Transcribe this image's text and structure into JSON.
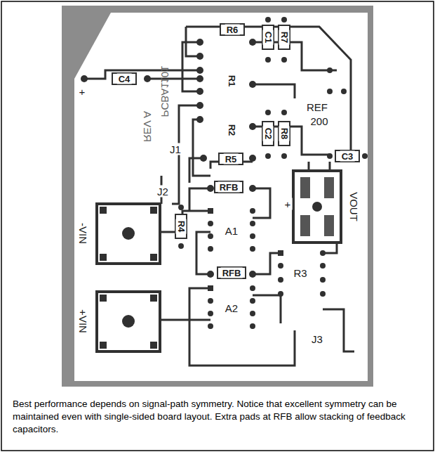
{
  "diagram": {
    "caption": "Best performance depends on signal-path symmetry. Notice that excellent symmetry can be maintained even with single-sided board layout. Extra pads at RFB allow stacking of feedback capacitors.",
    "labels": [
      "C4",
      "+",
      "R6",
      "C1",
      "R7",
      "R1",
      "R2",
      "PCBA1101",
      "REV A",
      "REF",
      "200",
      "C2",
      "R8",
      "J1",
      "R5",
      "C3",
      "J2",
      "RFB",
      "+",
      "VOUT",
      "-VIN",
      "R4",
      "A1",
      "RFB",
      "R3",
      "A2",
      "+VIN",
      "J3"
    ]
  }
}
